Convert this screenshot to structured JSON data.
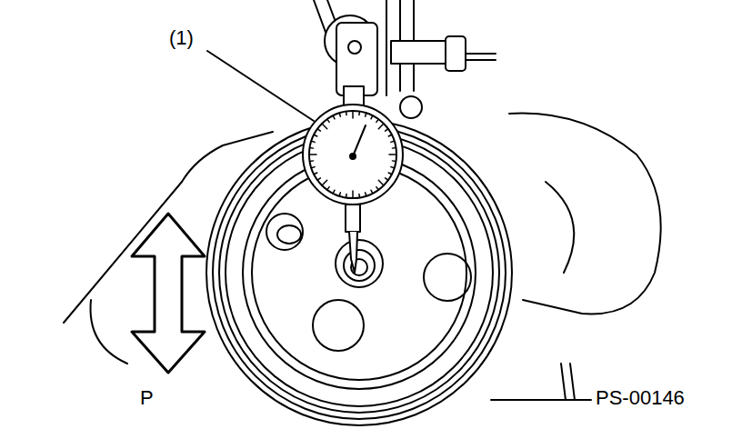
{
  "diagram": {
    "labels": [
      "(1)",
      "P",
      "PS-00146"
    ]
  }
}
